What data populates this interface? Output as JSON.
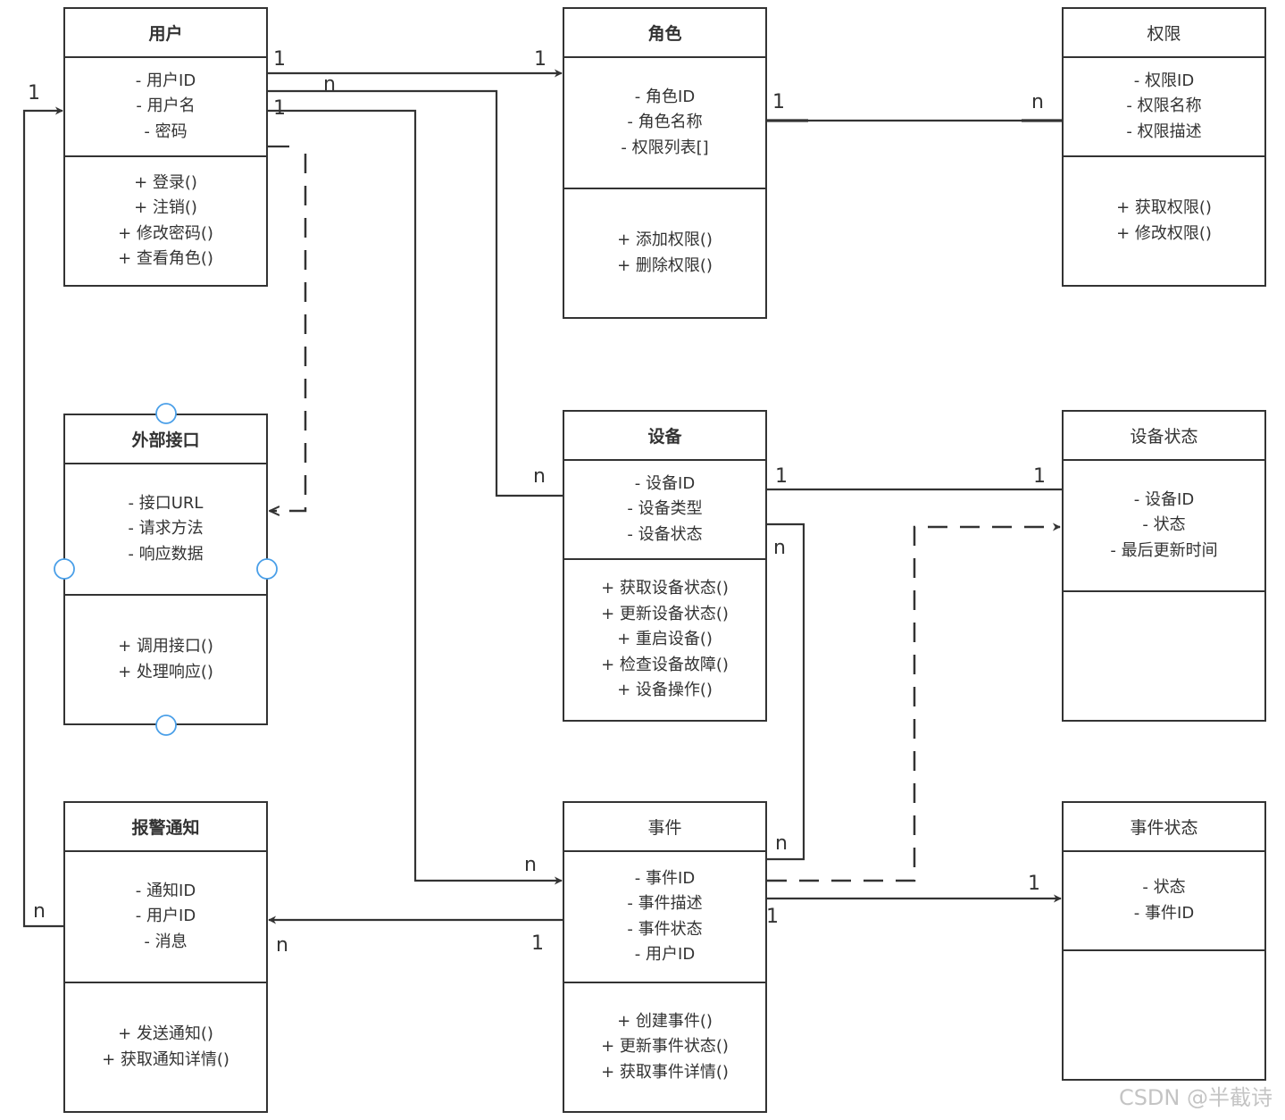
{
  "classes": {
    "user": {
      "name": "用户",
      "attributes": [
        "- 用户ID",
        "- 用户名",
        "- 密码"
      ],
      "operations": [
        "+ 登录()",
        "+ 注销()",
        "+ 修改密码()",
        "+ 查看角色()"
      ]
    },
    "role": {
      "name": "角色",
      "attributes": [
        "- 角色ID",
        "- 角色名称",
        "- 权限列表[]"
      ],
      "operations": [
        "+ 添加权限()",
        "+ 删除权限()"
      ]
    },
    "permission": {
      "name": "权限",
      "attributes": [
        "- 权限ID",
        "- 权限名称",
        "- 权限描述"
      ],
      "operations": [
        "+ 获取权限()",
        "+ 修改权限()"
      ]
    },
    "external_api": {
      "name": "外部接口",
      "attributes": [
        "- 接口URL",
        "- 请求方法",
        "- 响应数据"
      ],
      "operations": [
        "+ 调用接口()",
        "+ 处理响应()"
      ]
    },
    "device": {
      "name": "设备",
      "attributes": [
        "- 设备ID",
        "- 设备类型",
        "- 设备状态"
      ],
      "operations": [
        "+ 获取设备状态()",
        "+ 更新设备状态()",
        "+ 重启设备()",
        "+ 检查设备故障()",
        "+ 设备操作()"
      ]
    },
    "device_status": {
      "name": "设备状态",
      "attributes": [
        "- 设备ID",
        "- 状态",
        "- 最后更新时间"
      ],
      "operations": []
    },
    "alarm": {
      "name": "报警通知",
      "attributes": [
        "- 通知ID",
        "- 用户ID",
        "- 消息"
      ],
      "operations": [
        "+ 发送通知()",
        "+ 获取通知详情()"
      ]
    },
    "event": {
      "name": "事件",
      "attributes": [
        "- 事件ID",
        "- 事件描述",
        "- 事件状态",
        "- 用户ID"
      ],
      "operations": [
        "+ 创建事件()",
        "+ 更新事件状态()",
        "+ 获取事件详情()"
      ]
    },
    "event_status": {
      "name": "事件状态",
      "attributes": [
        "- 状态",
        "- 事件ID"
      ],
      "operations": []
    }
  },
  "relations": [
    {
      "from": "user",
      "to": "role",
      "style": "solid",
      "arrow": true,
      "from_mult": "1",
      "to_mult": "1"
    },
    {
      "from": "user",
      "to": "device",
      "style": "solid",
      "arrow": false,
      "from_mult": "n",
      "to_mult": "n"
    },
    {
      "from": "user",
      "to": "event",
      "style": "solid",
      "arrow": true,
      "from_mult": "1",
      "to_mult": "n"
    },
    {
      "from": "user",
      "to": "external_api",
      "style": "dashed",
      "arrow": true,
      "from_mult": "",
      "to_mult": ""
    },
    {
      "from": "role",
      "to": "permission",
      "style": "solid",
      "arrow": false,
      "from_mult": "1",
      "to_mult": "n"
    },
    {
      "from": "device",
      "to": "device_status",
      "style": "solid",
      "arrow": false,
      "from_mult": "1",
      "to_mult": "1"
    },
    {
      "from": "device",
      "to": "event",
      "style": "solid",
      "arrow": false,
      "from_mult": "n",
      "to_mult": "n"
    },
    {
      "from": "event",
      "to": "device_status",
      "style": "dashed",
      "arrow": true,
      "from_mult": "",
      "to_mult": ""
    },
    {
      "from": "event",
      "to": "event_status",
      "style": "solid",
      "arrow": true,
      "from_mult": "1",
      "to_mult": "1"
    },
    {
      "from": "event",
      "to": "alarm",
      "style": "solid",
      "arrow": true,
      "from_mult": "1",
      "to_mult": "n"
    },
    {
      "from": "alarm",
      "to": "user",
      "style": "solid",
      "arrow": true,
      "from_mult": "n",
      "to_mult": "1"
    }
  ],
  "colors": {
    "line": "#333333",
    "selection_handle": "#4a9fe8",
    "watermark": "#c4c4c4"
  },
  "watermark": "CSDN @半截诗"
}
